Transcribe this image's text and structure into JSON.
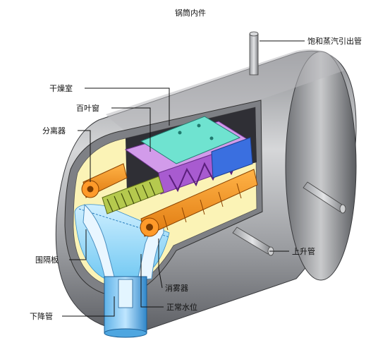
{
  "diagram": {
    "title": "锅筒内件",
    "labels": {
      "saturated_steam_outlet": "饱和蒸汽引出管",
      "drying_chamber": "干燥室",
      "louver": "百叶窗",
      "separator": "分离器",
      "baffle_plate": "围隔板",
      "downcomer": "下降管",
      "riser": "上升管",
      "demister": "消雾器",
      "normal_water_level": "正常水位"
    }
  }
}
